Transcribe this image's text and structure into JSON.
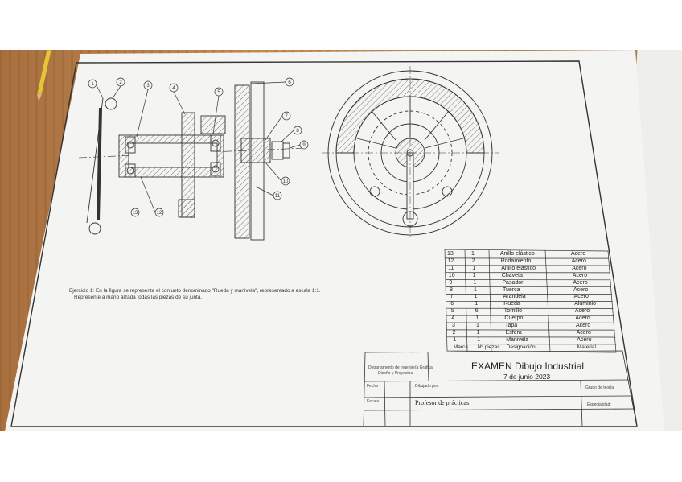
{
  "exercise_text": {
    "line1": "Ejercicio 1: En la figura se representa el conjunto denominado \"Rueda y manivela\", representado a escala 1:1.",
    "line2": "Represente a mano alzada todas las piezas de su junta."
  },
  "callouts": [
    "1",
    "2",
    "3",
    "4",
    "5",
    "6",
    "7",
    "8",
    "9",
    "10",
    "11",
    "12",
    "13"
  ],
  "bom": {
    "headers": [
      "Marca",
      "Nº piezas",
      "Designación",
      "Material"
    ],
    "rows": [
      [
        "13",
        "1",
        "Anillo elástico",
        "Acero"
      ],
      [
        "12",
        "2",
        "Rodamiento",
        "Acero"
      ],
      [
        "11",
        "1",
        "Anillo elástico",
        "Acero"
      ],
      [
        "10",
        "1",
        "Chaveta",
        "Acero"
      ],
      [
        "9",
        "1",
        "Pasador",
        "Acero"
      ],
      [
        "8",
        "1",
        "Tuerca",
        "Acero"
      ],
      [
        "7",
        "1",
        "Arandela",
        "Acero"
      ],
      [
        "6",
        "1",
        "Rueda",
        "Aluminio"
      ],
      [
        "5",
        "6",
        "Tornillo",
        "Acero"
      ],
      [
        "4",
        "1",
        "Cuerpo",
        "Acero"
      ],
      [
        "3",
        "1",
        "Tapa",
        "Acero"
      ],
      [
        "2",
        "1",
        "Esfera",
        "Acero"
      ],
      [
        "1",
        "1",
        "Manivela",
        "Acero"
      ]
    ]
  },
  "title_block": {
    "department": "Departamento de Ingeniería Gráfica",
    "department2": "Diseño y Proyectos",
    "exam_title": "EXAMEN Dibujo Industrial",
    "exam_date": "7 de junio 2023",
    "fecha_label": "Fecha",
    "dibujado_label": "Dibujado por:",
    "grupo_label": "Grupo de teoría:",
    "escala_label": "Escala",
    "profesor_label": "Profesor de prácticas:",
    "especialidad_label": "Especialidad:"
  }
}
